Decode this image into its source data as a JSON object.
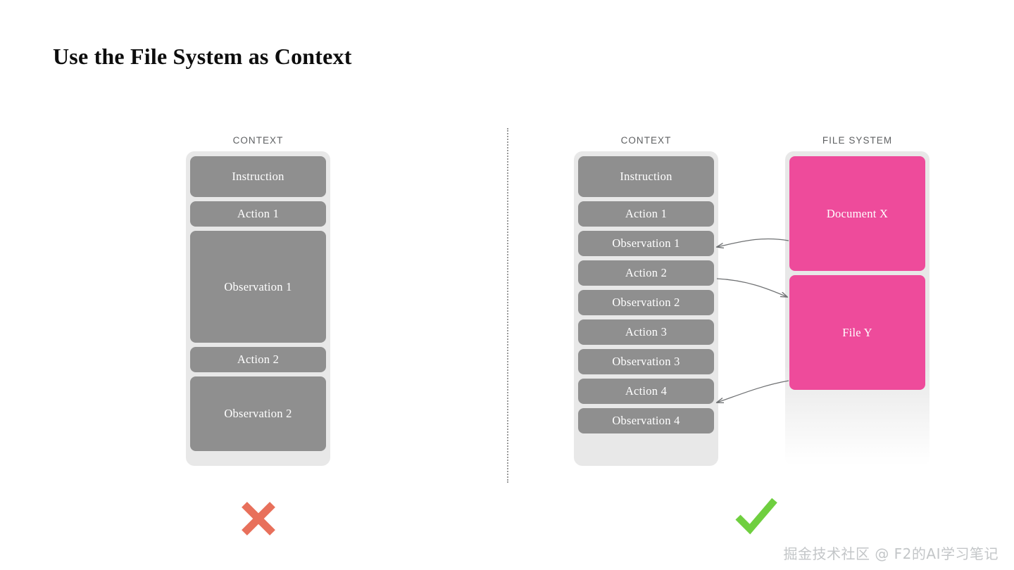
{
  "slide": {
    "title": "Use the File System as Context"
  },
  "divider": {
    "style": "dotted-vertical"
  },
  "left_panel": {
    "label": "CONTEXT",
    "verdict_icon": "cross-icon",
    "verdict_color": "#e8705b",
    "blocks": [
      {
        "text": "Instruction",
        "height": 58,
        "color": "#8f8f8f"
      },
      {
        "text": "Action 1",
        "height": 36,
        "color": "#8f8f8f"
      },
      {
        "text": "Observation 1",
        "height": 159,
        "color": "#8f8f8f"
      },
      {
        "text": "Action 2",
        "height": 36,
        "color": "#8f8f8f"
      },
      {
        "text": "Observation 2",
        "height": 106,
        "color": "#8f8f8f"
      }
    ]
  },
  "right_panel": {
    "label": "CONTEXT",
    "verdict_icon": "check-icon",
    "verdict_color": "#6fcf3f",
    "blocks": [
      {
        "text": "Instruction",
        "height": 58,
        "color": "#8f8f8f"
      },
      {
        "text": "Action 1",
        "height": 36,
        "color": "#8f8f8f"
      },
      {
        "text": "Observation 1",
        "height": 36,
        "color": "#8f8f8f"
      },
      {
        "text": "Action 2",
        "height": 36,
        "color": "#8f8f8f"
      },
      {
        "text": "Observation 2",
        "height": 36,
        "color": "#8f8f8f"
      },
      {
        "text": "Action 3",
        "height": 36,
        "color": "#8f8f8f"
      },
      {
        "text": "Observation 3",
        "height": 36,
        "color": "#8f8f8f"
      },
      {
        "text": "Action 4",
        "height": 36,
        "color": "#8f8f8f"
      },
      {
        "text": "Observation 4",
        "height": 36,
        "color": "#8f8f8f"
      }
    ]
  },
  "file_system_panel": {
    "label": "FILE SYSTEM",
    "blocks": [
      {
        "text": "Document X",
        "height": 163,
        "color": "#ee4b9b"
      },
      {
        "text": "File Y",
        "height": 163,
        "color": "#ee4b9b"
      }
    ]
  },
  "connections": [
    {
      "from": "Document X",
      "to": "Observation 1",
      "direction": "left"
    },
    {
      "from": "Action 2",
      "to": "File Y",
      "direction": "right"
    },
    {
      "from": "File Y",
      "to": "Action 4",
      "direction": "left"
    }
  ],
  "watermark": {
    "text": "掘金技术社区 @ F2的AI学习笔记"
  }
}
